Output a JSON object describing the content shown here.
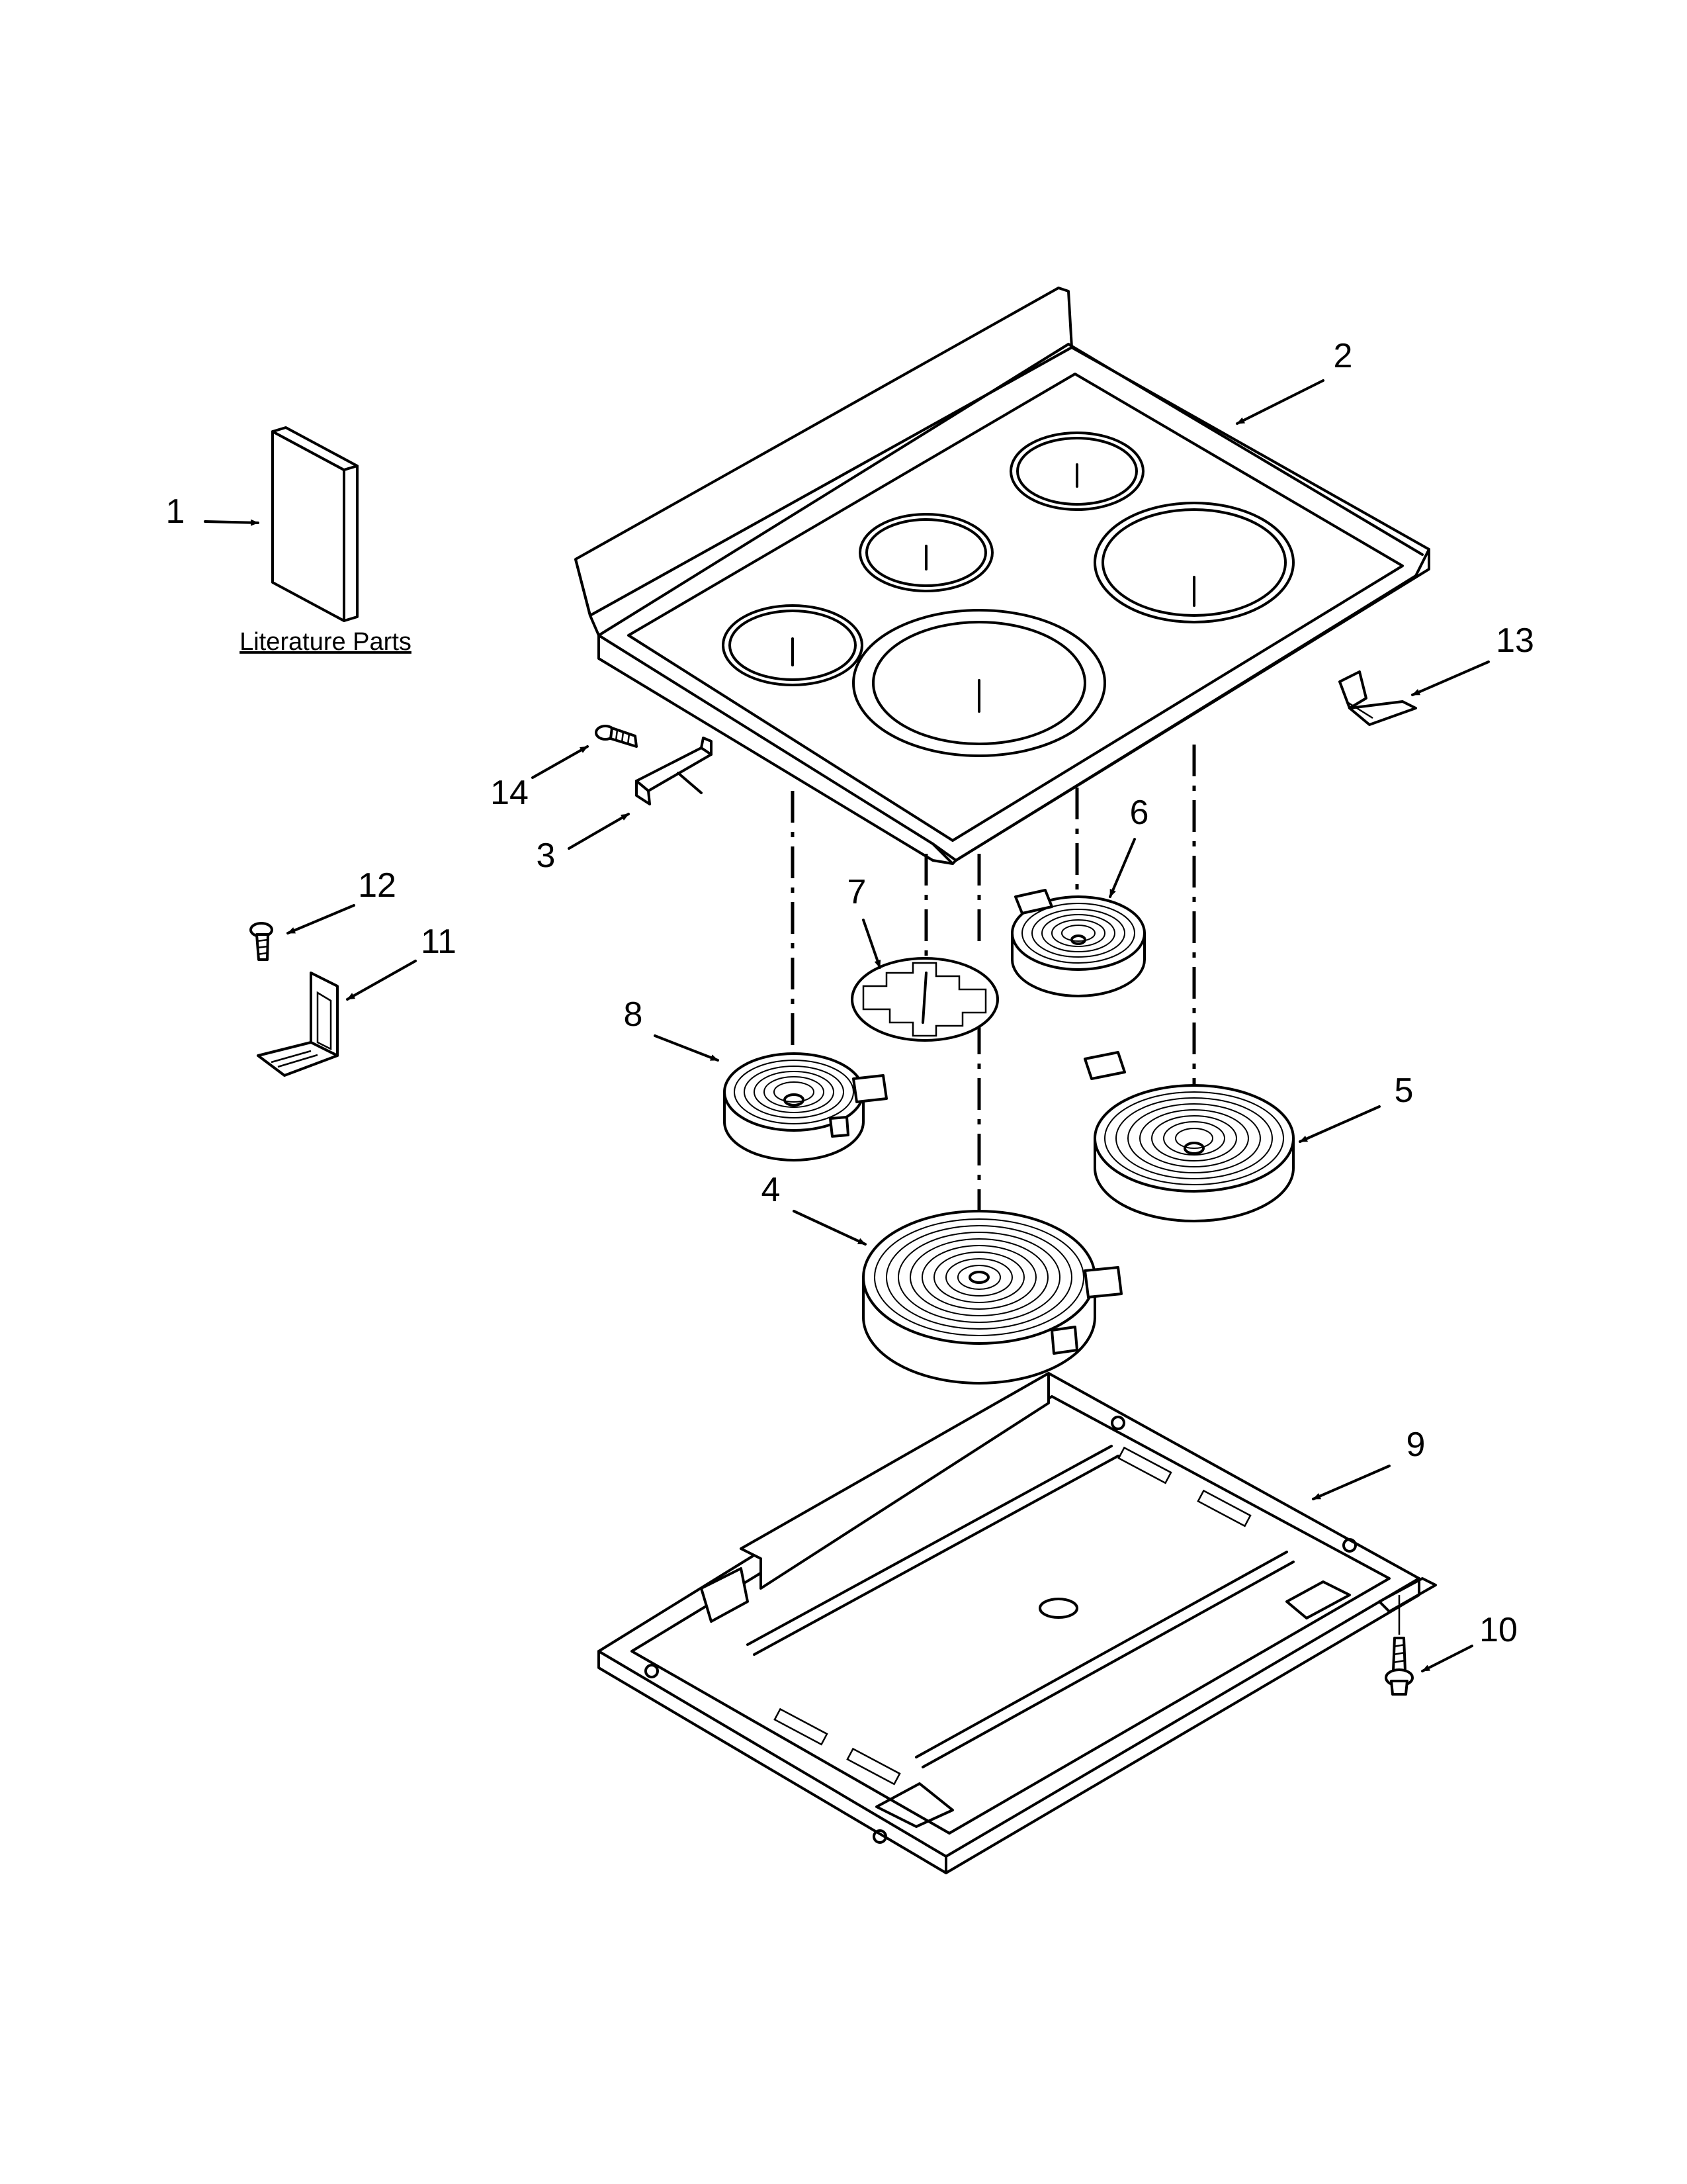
{
  "diagram": {
    "literature_label": "Literature Parts",
    "callouts": [
      "1",
      "2",
      "3",
      "4",
      "5",
      "6",
      "7",
      "8",
      "9",
      "10",
      "11",
      "12",
      "13",
      "14"
    ]
  }
}
